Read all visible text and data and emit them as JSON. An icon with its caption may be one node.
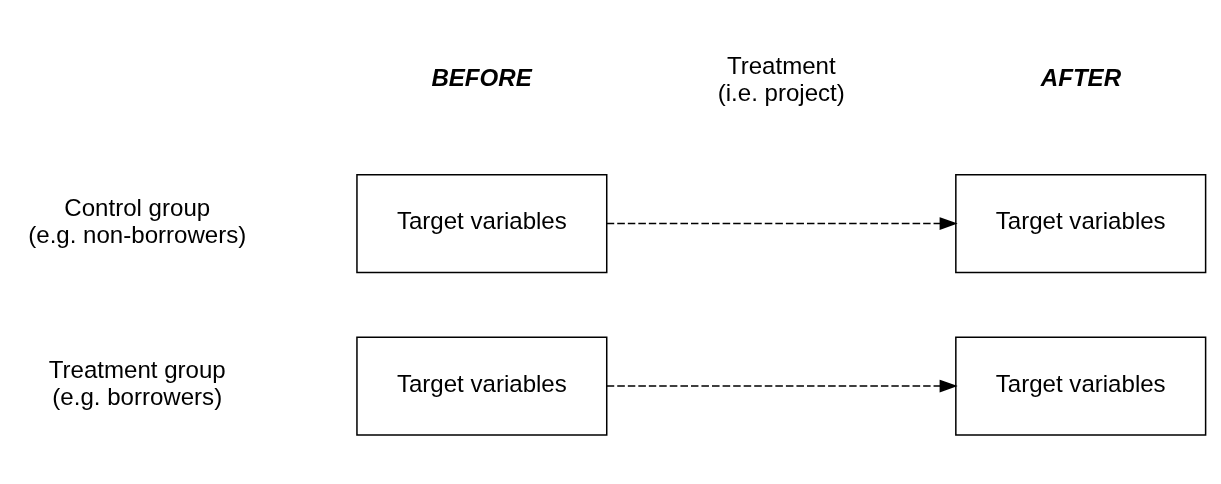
{
  "diagram": {
    "nodes": [
      {
        "text": [
          "Target variables"
        ]
      },
      {
        "text": [
          "Target variables"
        ]
      },
      {
        "text": [
          "Target variables"
        ]
      },
      {
        "text": [
          "Target variables"
        ]
      }
    ],
    "edges": [
      {
        "from": 0,
        "to": 1,
        "arrow": "to",
        "style": "dashed"
      },
      {
        "from": 2,
        "to": 3,
        "arrow": "to",
        "style": "dashed"
      }
    ],
    "labels": [
      "BEFORE",
      "AFTER",
      "Treatment (i.e. project)",
      "Treatment group (e.g. borrowers)",
      "Control group (e.g. non-borrowers)"
    ]
  }
}
